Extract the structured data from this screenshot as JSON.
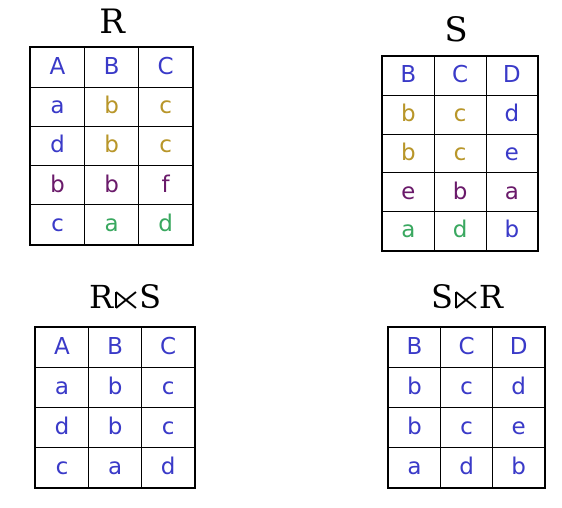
{
  "colors": {
    "blue": "#3a3ac8",
    "gold": "#b8962a",
    "purple": "#6a1a6a",
    "green": "#3aa860"
  },
  "R": {
    "title": "R",
    "rows": [
      [
        {
          "v": "A",
          "c": "blue"
        },
        {
          "v": "B",
          "c": "blue"
        },
        {
          "v": "C",
          "c": "blue"
        }
      ],
      [
        {
          "v": "a",
          "c": "blue"
        },
        {
          "v": "b",
          "c": "gold"
        },
        {
          "v": "c",
          "c": "gold"
        }
      ],
      [
        {
          "v": "d",
          "c": "blue"
        },
        {
          "v": "b",
          "c": "gold"
        },
        {
          "v": "c",
          "c": "gold"
        }
      ],
      [
        {
          "v": "b",
          "c": "purple"
        },
        {
          "v": "b",
          "c": "purple"
        },
        {
          "v": "f",
          "c": "purple"
        }
      ],
      [
        {
          "v": "c",
          "c": "blue"
        },
        {
          "v": "a",
          "c": "green"
        },
        {
          "v": "d",
          "c": "green"
        }
      ]
    ]
  },
  "S": {
    "title": "S",
    "rows": [
      [
        {
          "v": "B",
          "c": "blue"
        },
        {
          "v": "C",
          "c": "blue"
        },
        {
          "v": "D",
          "c": "blue"
        }
      ],
      [
        {
          "v": "b",
          "c": "gold"
        },
        {
          "v": "c",
          "c": "gold"
        },
        {
          "v": "d",
          "c": "blue"
        }
      ],
      [
        {
          "v": "b",
          "c": "gold"
        },
        {
          "v": "c",
          "c": "gold"
        },
        {
          "v": "e",
          "c": "blue"
        }
      ],
      [
        {
          "v": "e",
          "c": "purple"
        },
        {
          "v": "b",
          "c": "purple"
        },
        {
          "v": "a",
          "c": "purple"
        }
      ],
      [
        {
          "v": "a",
          "c": "green"
        },
        {
          "v": "d",
          "c": "green"
        },
        {
          "v": "b",
          "c": "blue"
        }
      ]
    ]
  },
  "R_semijoin_S": {
    "title_left": "R",
    "title_right": "S",
    "rows": [
      [
        {
          "v": "A",
          "c": "blue"
        },
        {
          "v": "B",
          "c": "blue"
        },
        {
          "v": "C",
          "c": "blue"
        }
      ],
      [
        {
          "v": "a",
          "c": "blue"
        },
        {
          "v": "b",
          "c": "blue"
        },
        {
          "v": "c",
          "c": "blue"
        }
      ],
      [
        {
          "v": "d",
          "c": "blue"
        },
        {
          "v": "b",
          "c": "blue"
        },
        {
          "v": "c",
          "c": "blue"
        }
      ],
      [
        {
          "v": "c",
          "c": "blue"
        },
        {
          "v": "a",
          "c": "blue"
        },
        {
          "v": "d",
          "c": "blue"
        }
      ]
    ]
  },
  "S_semijoin_R": {
    "title_left": "S",
    "title_right": "R",
    "rows": [
      [
        {
          "v": "B",
          "c": "blue"
        },
        {
          "v": "C",
          "c": "blue"
        },
        {
          "v": "D",
          "c": "blue"
        }
      ],
      [
        {
          "v": "b",
          "c": "blue"
        },
        {
          "v": "c",
          "c": "blue"
        },
        {
          "v": "d",
          "c": "blue"
        }
      ],
      [
        {
          "v": "b",
          "c": "blue"
        },
        {
          "v": "c",
          "c": "blue"
        },
        {
          "v": "e",
          "c": "blue"
        }
      ],
      [
        {
          "v": "a",
          "c": "blue"
        },
        {
          "v": "d",
          "c": "blue"
        },
        {
          "v": "b",
          "c": "blue"
        }
      ]
    ]
  }
}
